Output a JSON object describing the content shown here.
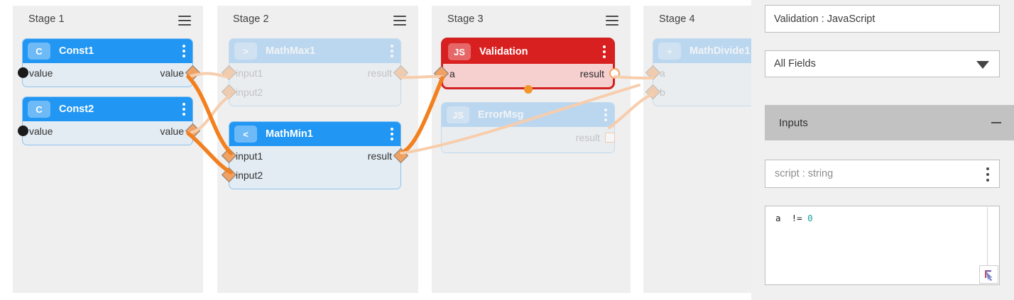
{
  "canvas": {
    "stages": [
      {
        "title": "Stage 1",
        "menu_icon": "hamburger-icon"
      },
      {
        "title": "Stage 2",
        "menu_icon": "hamburger-icon"
      },
      {
        "title": "Stage 3",
        "menu_icon": "hamburger-icon"
      },
      {
        "title": "Stage 4",
        "menu_icon": "hamburger-icon"
      }
    ],
    "nodes": [
      {
        "id": "const1",
        "title": "Const1",
        "badge": "C",
        "stage": "Stage 1",
        "state": "normal",
        "accent": "#2196f3",
        "inputs": [
          {
            "label": "value",
            "port": "circle-filled"
          }
        ],
        "outputs": [
          {
            "label": "value",
            "port": "diamond"
          }
        ]
      },
      {
        "id": "const2",
        "title": "Const2",
        "badge": "C",
        "stage": "Stage 1",
        "state": "normal",
        "accent": "#2196f3",
        "inputs": [
          {
            "label": "value",
            "port": "circle-filled"
          }
        ],
        "outputs": [
          {
            "label": "value",
            "port": "diamond"
          }
        ]
      },
      {
        "id": "mathmax1",
        "title": "MathMax1",
        "badge": ">",
        "stage": "Stage 2",
        "state": "dimmed",
        "accent": "#7ebcf2",
        "inputs": [
          {
            "label": "input1",
            "port": "diamond"
          },
          {
            "label": "input2",
            "port": "diamond"
          }
        ],
        "outputs": [
          {
            "label": "result",
            "port": "diamond"
          }
        ]
      },
      {
        "id": "mathmin1",
        "title": "MathMin1",
        "badge": "<",
        "stage": "Stage 2",
        "state": "normal",
        "accent": "#2196f3",
        "inputs": [
          {
            "label": "input1",
            "port": "diamond"
          },
          {
            "label": "input2",
            "port": "diamond"
          }
        ],
        "outputs": [
          {
            "label": "result",
            "port": "diamond"
          }
        ]
      },
      {
        "id": "validation",
        "title": "Validation",
        "badge": "JS",
        "stage": "Stage 3",
        "state": "selected",
        "accent": "#d92020",
        "inputs": [
          {
            "label": "a",
            "port": "diamond"
          }
        ],
        "outputs": [
          {
            "label": "result",
            "port": "circle-open"
          }
        ]
      },
      {
        "id": "errormsg",
        "title": "ErrorMsg",
        "badge": "JS",
        "stage": "Stage 3",
        "state": "dimmed",
        "accent": "#7ebcf2",
        "inputs": [],
        "outputs": [
          {
            "label": "result",
            "port": "square-open"
          }
        ]
      },
      {
        "id": "mathdivide1",
        "title": "MathDivide1",
        "badge": "÷",
        "stage": "Stage 4",
        "state": "dimmed",
        "accent": "#7ebcf2",
        "inputs": [
          {
            "label": "a",
            "port": "diamond"
          },
          {
            "label": "b",
            "port": "diamond"
          }
        ],
        "outputs": []
      }
    ],
    "edges": [
      {
        "from": "const1.value",
        "to": "mathmax1.input1",
        "state": "dimmed"
      },
      {
        "from": "const2.value",
        "to": "mathmax1.input2",
        "state": "dimmed"
      },
      {
        "from": "const1.value",
        "to": "mathmin1.input1",
        "state": "active"
      },
      {
        "from": "const2.value",
        "to": "mathmin1.input2",
        "state": "active"
      },
      {
        "from": "mathmax1.result",
        "to": "validation.a",
        "state": "dimmed"
      },
      {
        "from": "mathmin1.result",
        "to": "validation.a",
        "state": "active"
      },
      {
        "from": "mathmin1.result",
        "to": "errormsg",
        "state": "dimmed"
      },
      {
        "from": "validation.result",
        "to": "mathdivide1.a",
        "state": "dimmed"
      },
      {
        "from": "errormsg.result",
        "to": "mathdivide1.b",
        "state": "dimmed"
      }
    ],
    "colors": {
      "edge_active": "#f07d1f",
      "edge_dimmed": "#f6c9a4",
      "port": "#f0a264",
      "stage_background": "#efefef",
      "node_body": "#e3ecf3"
    }
  },
  "panel": {
    "title_field": {
      "value": "Validation : JavaScript"
    },
    "fields_select": {
      "value": "All Fields",
      "caret_icon": "chevron-down-icon"
    },
    "inputs_section": {
      "title": "Inputs",
      "collapse_icon": "minus-icon"
    },
    "script_property": {
      "label": "script : string",
      "menu_icon": "kebab-icon"
    },
    "code_editor": {
      "code_prefix": "a  != ",
      "code_number": "0",
      "resize_icon": "resize-grip-icon"
    }
  }
}
